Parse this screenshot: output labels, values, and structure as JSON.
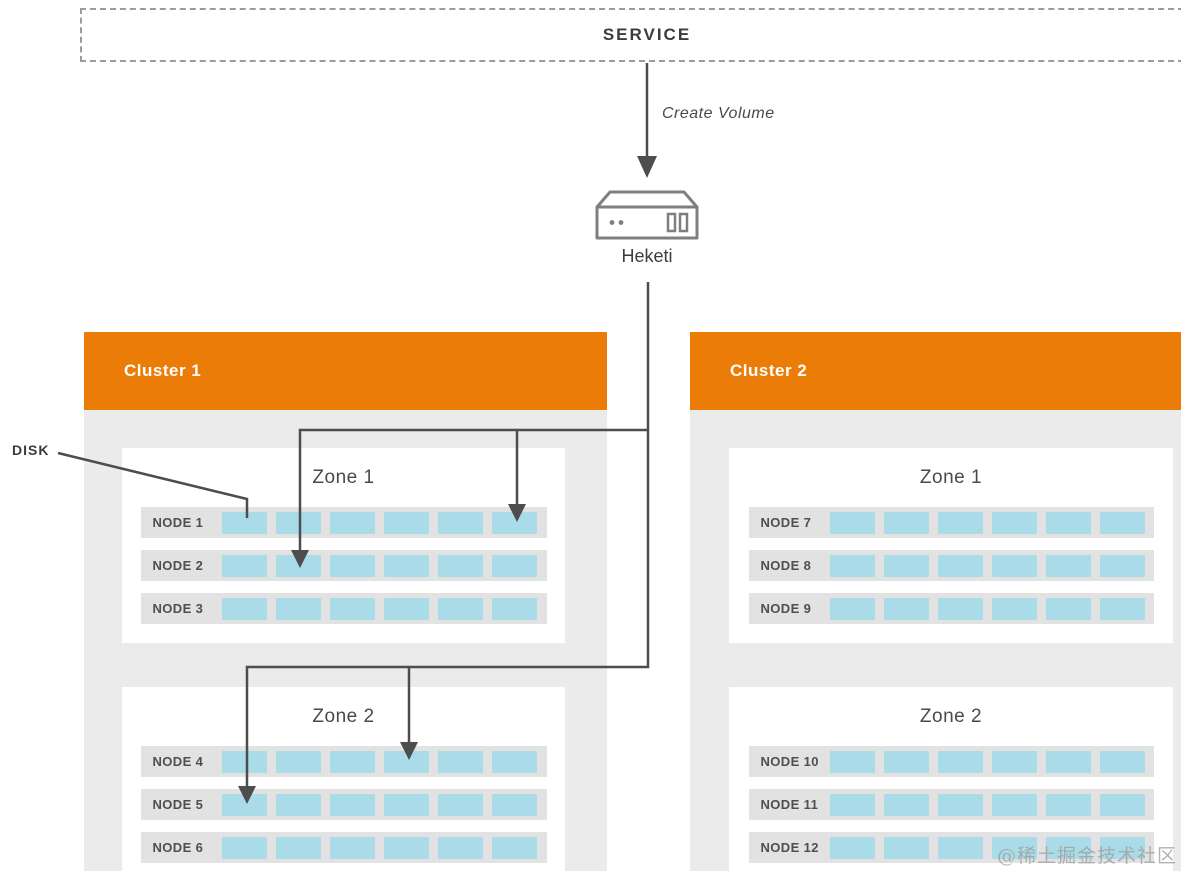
{
  "colors": {
    "orange": "#EC7C08",
    "disk_blue": "#A9DCE8",
    "node_row_bg": "#E2E2E2",
    "cluster_body_bg": "#EBEBEB",
    "zone_box_bg": "#FFFFFF",
    "line_gray": "#4D4D4D",
    "text_dark": "#3C3C3C",
    "node_label_gray": "#4F4F4F",
    "zone_title_gray": "#4A4A4A",
    "icon_gray": "#7F7F7F",
    "dash_gray": "#9B9B9B",
    "watermark_gray": "#A0A0A0"
  },
  "service": {
    "label": "SERVICE"
  },
  "flow": {
    "create_volume_label": "Create Volume",
    "heketi_label": "Heketi"
  },
  "disk_callout": {
    "label": "DISK"
  },
  "disks_per_node": 6,
  "clusters": [
    {
      "title": "Cluster 1",
      "zones": [
        {
          "title": "Zone 1",
          "nodes": [
            {
              "label": "NODE 1"
            },
            {
              "label": "NODE 2"
            },
            {
              "label": "NODE 3"
            }
          ]
        },
        {
          "title": "Zone 2",
          "nodes": [
            {
              "label": "NODE 4"
            },
            {
              "label": "NODE 5"
            },
            {
              "label": "NODE 6"
            }
          ]
        }
      ]
    },
    {
      "title": "Cluster 2",
      "zones": [
        {
          "title": "Zone 1",
          "nodes": [
            {
              "label": "NODE 7"
            },
            {
              "label": "NODE 8"
            },
            {
              "label": "NODE 9"
            }
          ]
        },
        {
          "title": "Zone 2",
          "nodes": [
            {
              "label": "NODE 10"
            },
            {
              "label": "NODE 11"
            },
            {
              "label": "NODE 12"
            }
          ]
        }
      ]
    }
  ],
  "watermark": {
    "text": "@稀土掘金技术社区"
  }
}
